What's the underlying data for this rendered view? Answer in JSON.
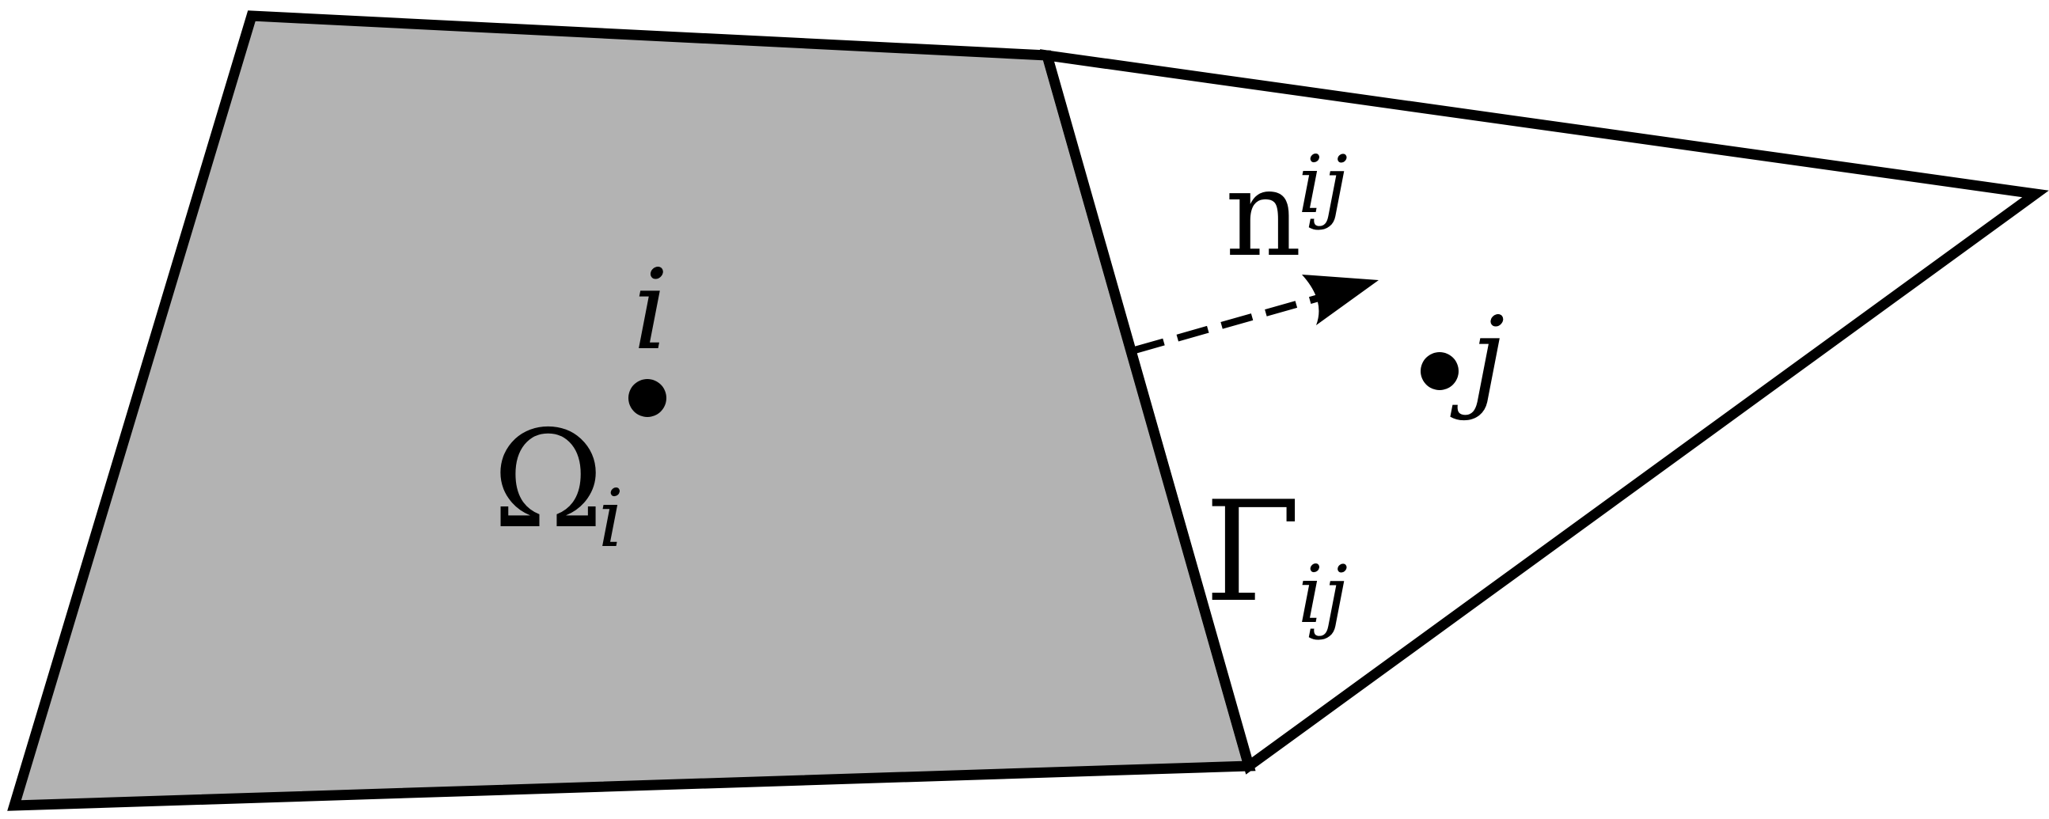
{
  "diagram": {
    "colors": {
      "cell_i_fill": "#b3b3b3",
      "cell_j_fill": "#ffffff",
      "stroke": "#000000"
    },
    "labels": {
      "cell_i_domain": {
        "main": "Ω",
        "sub": "i"
      },
      "cell_i_center": "i",
      "cell_j_center": "j",
      "normal_vector": {
        "main": "n",
        "sup": "ij"
      },
      "interface": {
        "main": "Γ",
        "sub": "ij"
      }
    }
  }
}
